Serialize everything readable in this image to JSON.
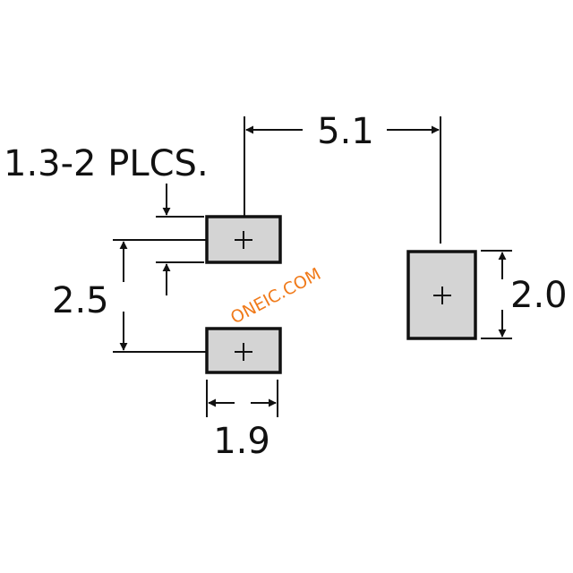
{
  "diagram": {
    "labels": {
      "pitch_top": "5.1",
      "pad_height_note": "1.3-2 PLCS.",
      "pad_spacing": "2.5",
      "pad_width": "1.9",
      "big_pad_height": "2.0"
    },
    "watermark": "ONEIC.COM",
    "colors": {
      "pad_fill": "#d4d4d4",
      "line": "#111111",
      "watermark": "#f07a1a"
    }
  }
}
